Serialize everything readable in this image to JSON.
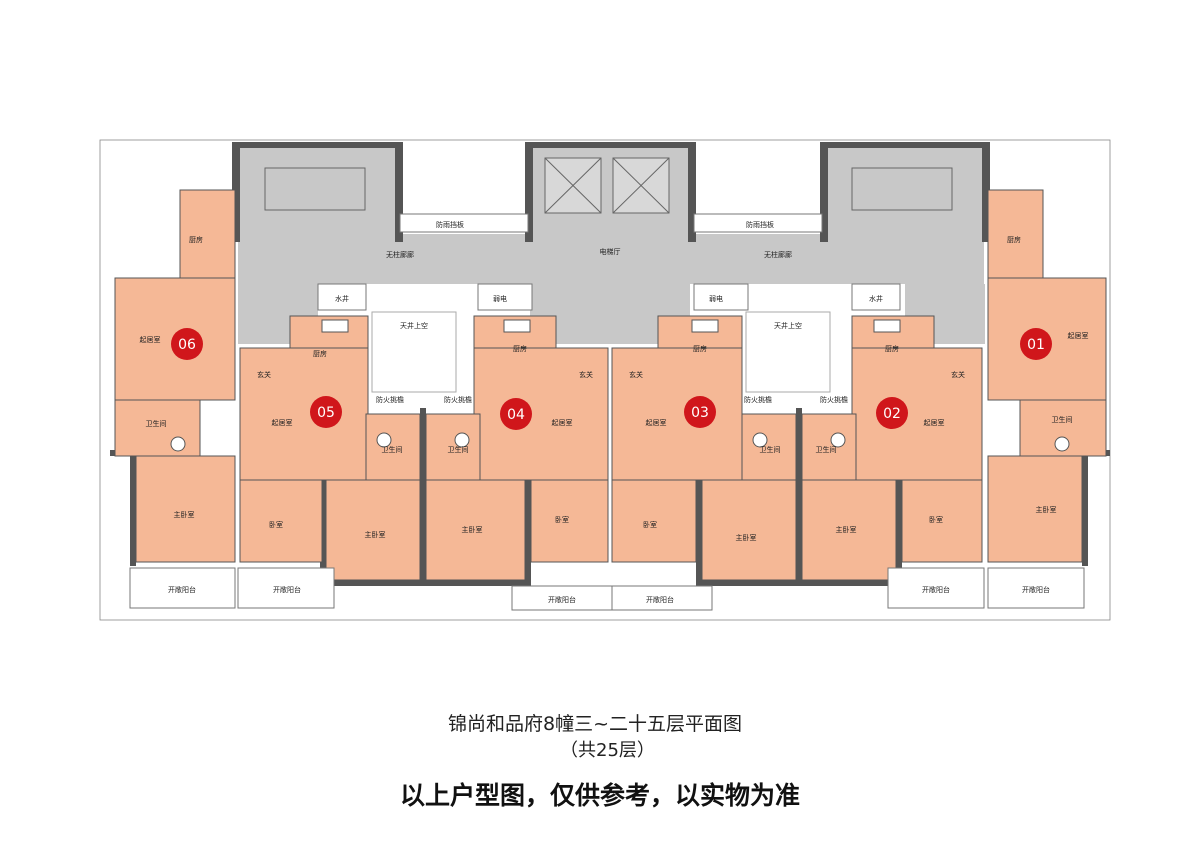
{
  "labels": {
    "rain_shield": "防雨挡板",
    "corridor": "无柱廊廊",
    "elevator_hall": "电梯厅",
    "water_shaft": "水井",
    "elec_shaft": "弱电",
    "patio": "天井上空",
    "fire_escape": "防火挑檐",
    "kitchen": "厨房",
    "foyer": "玄关",
    "living": "起居室",
    "bath": "卫生间",
    "bedroom": "卧室",
    "master": "主卧室",
    "balcony": "开敞阳台"
  },
  "units": [
    "01",
    "02",
    "03",
    "04",
    "05",
    "06"
  ],
  "colors": {
    "room": "#f5b896",
    "common": "#c8c8c8",
    "wall": "#555555",
    "badge": "#d0161b"
  },
  "title": {
    "line1": "锦尚和品府8幢三~二十五层平面图",
    "line2": "（共25层）",
    "note": "以上户型图，仅供参考，以实物为准"
  }
}
